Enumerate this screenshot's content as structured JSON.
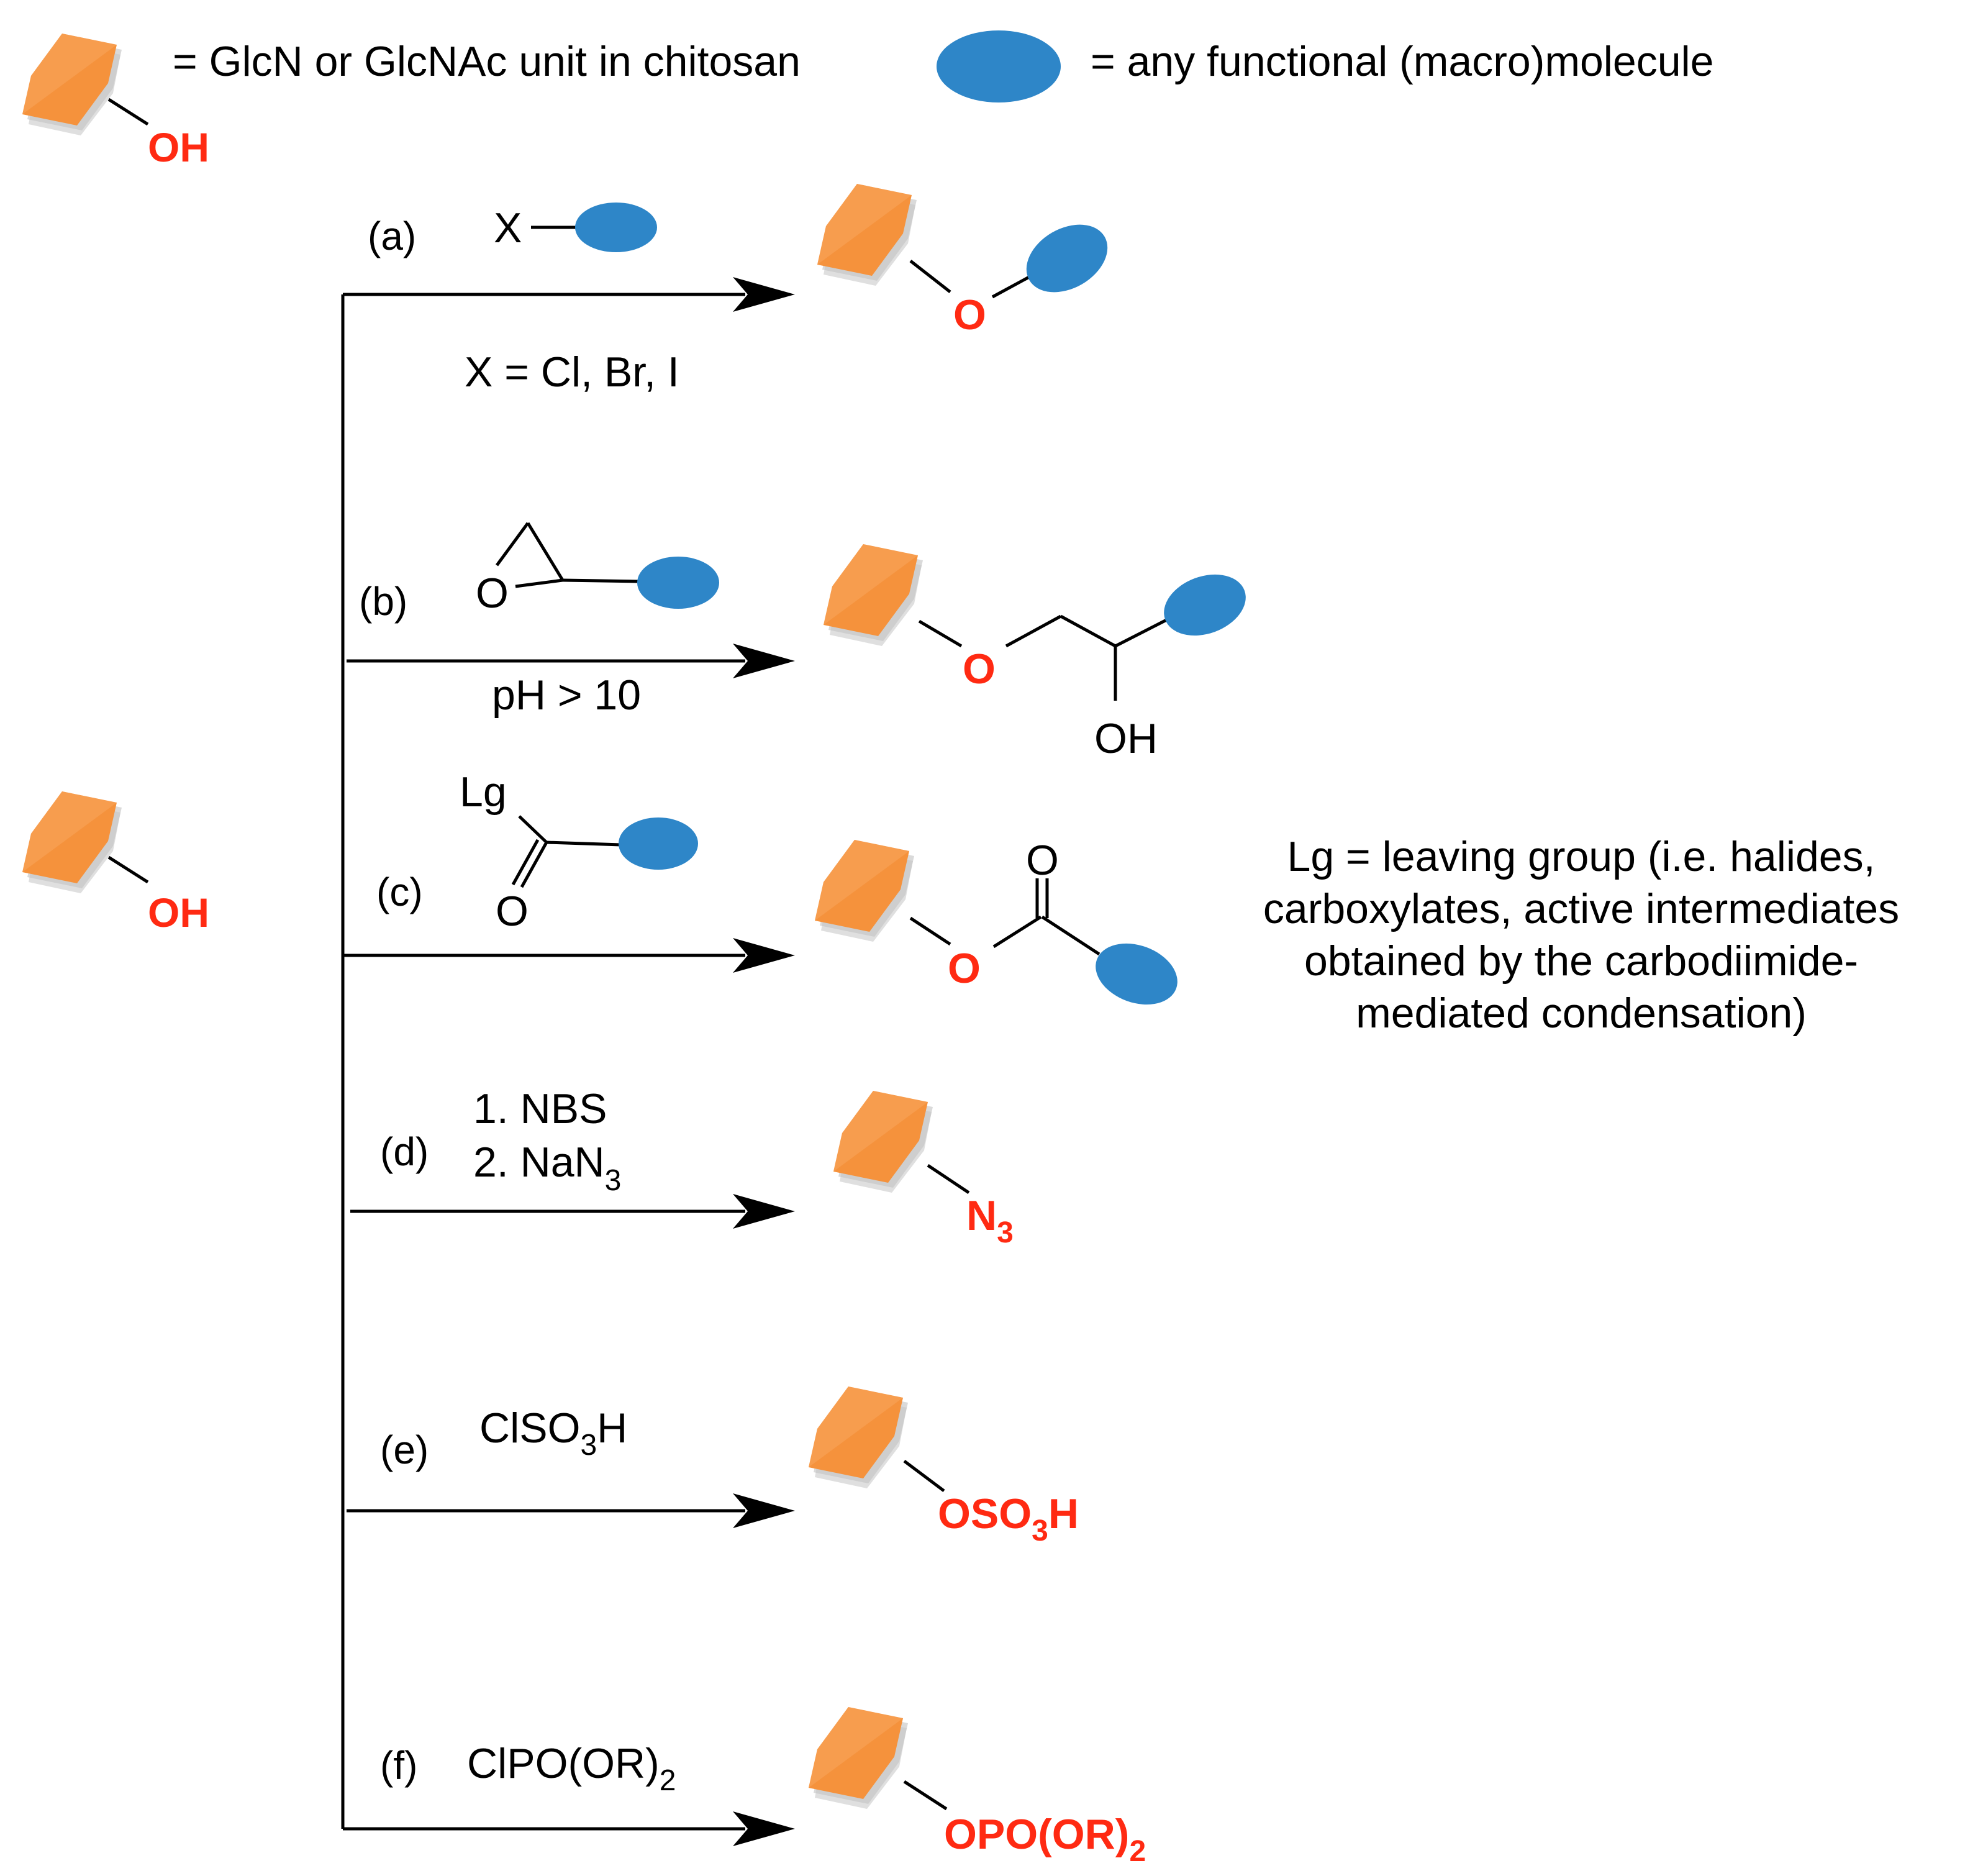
{
  "colors": {
    "hexagon_fill": "#F5923C",
    "hexagon_shadow": "#C8C8C8",
    "molecule_fill": "#2E86C8",
    "highlight_red": "#FF2A12",
    "ink": "#000000"
  },
  "legend": {
    "unit_label": "= GlcN or GlcNAc unit in chitosan",
    "unit_oh": "OH",
    "molecule_label": "= any functional (macro)molecule"
  },
  "start": {
    "oh": "OH"
  },
  "reactions": [
    {
      "tag": "(a)",
      "reagent_x": "X",
      "note": "X = Cl, Br, I",
      "product_o": "O"
    },
    {
      "tag": "(b)",
      "epoxide_o": "O",
      "condition": "pH > 10",
      "product_o": "O",
      "product_oh": "OH"
    },
    {
      "tag": "(c)",
      "reagent_lg": "Lg",
      "reagent_o": "O",
      "product_o_top": "O",
      "product_o": "O"
    },
    {
      "tag": "(d)",
      "step1": "1. NBS",
      "step2": "2. NaN",
      "step2_sub": "3",
      "product_n": "N",
      "product_n_sub": "3"
    },
    {
      "tag": "(e)",
      "reagent": "ClSO",
      "reagent_sub": "3",
      "reagent_end": "H",
      "product": "OSO",
      "product_sub": "3",
      "product_end": "H"
    },
    {
      "tag": "(f)",
      "reagent": "ClPO(OR)",
      "reagent_sub": "2",
      "product": "OPO(OR)",
      "product_sub": "2"
    }
  ],
  "lg_note": [
    "Lg = leaving group (i.e. halides,",
    "carboxylates, active intermediates",
    "obtained by the carbodiimide-",
    "mediated condensation)"
  ]
}
